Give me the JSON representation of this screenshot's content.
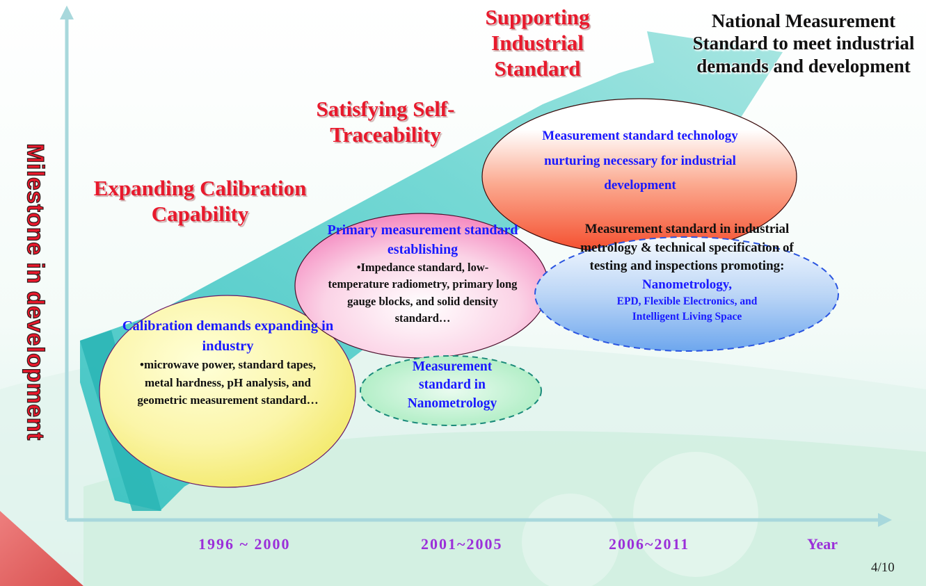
{
  "axis": {
    "vertical_title": "Milestone in development",
    "years": [
      "1996 ~ 2000",
      "2001~2005",
      "2006~2011",
      "Year"
    ]
  },
  "phases": {
    "p1": "Expanding Calibration Capability",
    "p2": "Satisfying Self-Traceability",
    "p3": "Supporting Industrial Standard",
    "p4": "National Measurement Standard to meet industrial demands and development"
  },
  "ellipses": {
    "calibration": {
      "heading": "Calibration demands expanding in industry",
      "body": "•microwave power, standard tapes, metal hardness, pH analysis, and geometric measurement standard…"
    },
    "primary": {
      "heading": "Primary measurement standard establishing",
      "body": "•Impedance standard, low-temperature radiometry, primary long gauge blocks, and solid density standard…"
    },
    "nano": {
      "text": "Measurement standard in Nanometrology"
    },
    "technology": {
      "text": "Measurement standard technology nurturing necessary for industrial development"
    },
    "industrial": {
      "lead": "Measurement standard in industrial metrology & technical specification of testing and inspections promoting:",
      "highlight": "Nanometrology,",
      "tail": "EPD, Flexible Electronics, and Intelligent Living Space"
    }
  },
  "page_number": "4/10",
  "colors": {
    "phase_red": "#e8192c",
    "heading_blue": "#1a1aff",
    "year_purple": "#9b30d9",
    "arrow_teal": "#3fc8c8",
    "axis": "#a8d8dc"
  }
}
